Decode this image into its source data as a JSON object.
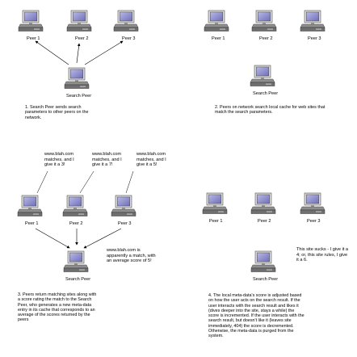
{
  "panels": [
    {
      "id": "p1",
      "peers": [
        "Peer 1",
        "Peer 2",
        "Peer 3"
      ],
      "search_peer": "Search Peer",
      "caption": "1. Search Peer sends search parameters to other peers on the network."
    },
    {
      "id": "p2",
      "peers": [
        "Peer 1",
        "Peer 2",
        "Peer 3"
      ],
      "search_peer": "Search Peer",
      "caption": "2. Peers on network search local cache for web sites that match the search parameters."
    },
    {
      "id": "p3",
      "peers": [
        "Peer 1",
        "Peer 2",
        "Peer 3"
      ],
      "search_peer": "Search Peer",
      "peer_notes": [
        "www.blah.com matches, and I give it a 3!",
        "www.blah.com matches, and I give it a 7!",
        "www.blah.com matches, and I give it a 5!"
      ],
      "search_note": "www.blah.com is apparently a match, with an average score of  5!",
      "caption": "3. Peers return matching sites along with a score rating the match to the Search Peer, who generates a new meta-data entry in its cache that corresponds to an average of the scores returned by the peers"
    },
    {
      "id": "p4",
      "peers": [
        "Peer 1",
        "Peer 2",
        "Peer 3"
      ],
      "search_peer": "Search Peer",
      "search_note": "This site sucks - I give it a 4; or, this site rules, I give it a 6.",
      "caption": "4. The local meta-data's score is adjusted based on how the user acts on the search result. If the user interacts with the search result and likes it (dives deeper into the site, stays a while) the score is incremented. If the user interacts with the search result, but doesn't like it (leaves site immediately, 404) the score is decremented. Otherwise, the meta-data is purged from the system."
    }
  ]
}
